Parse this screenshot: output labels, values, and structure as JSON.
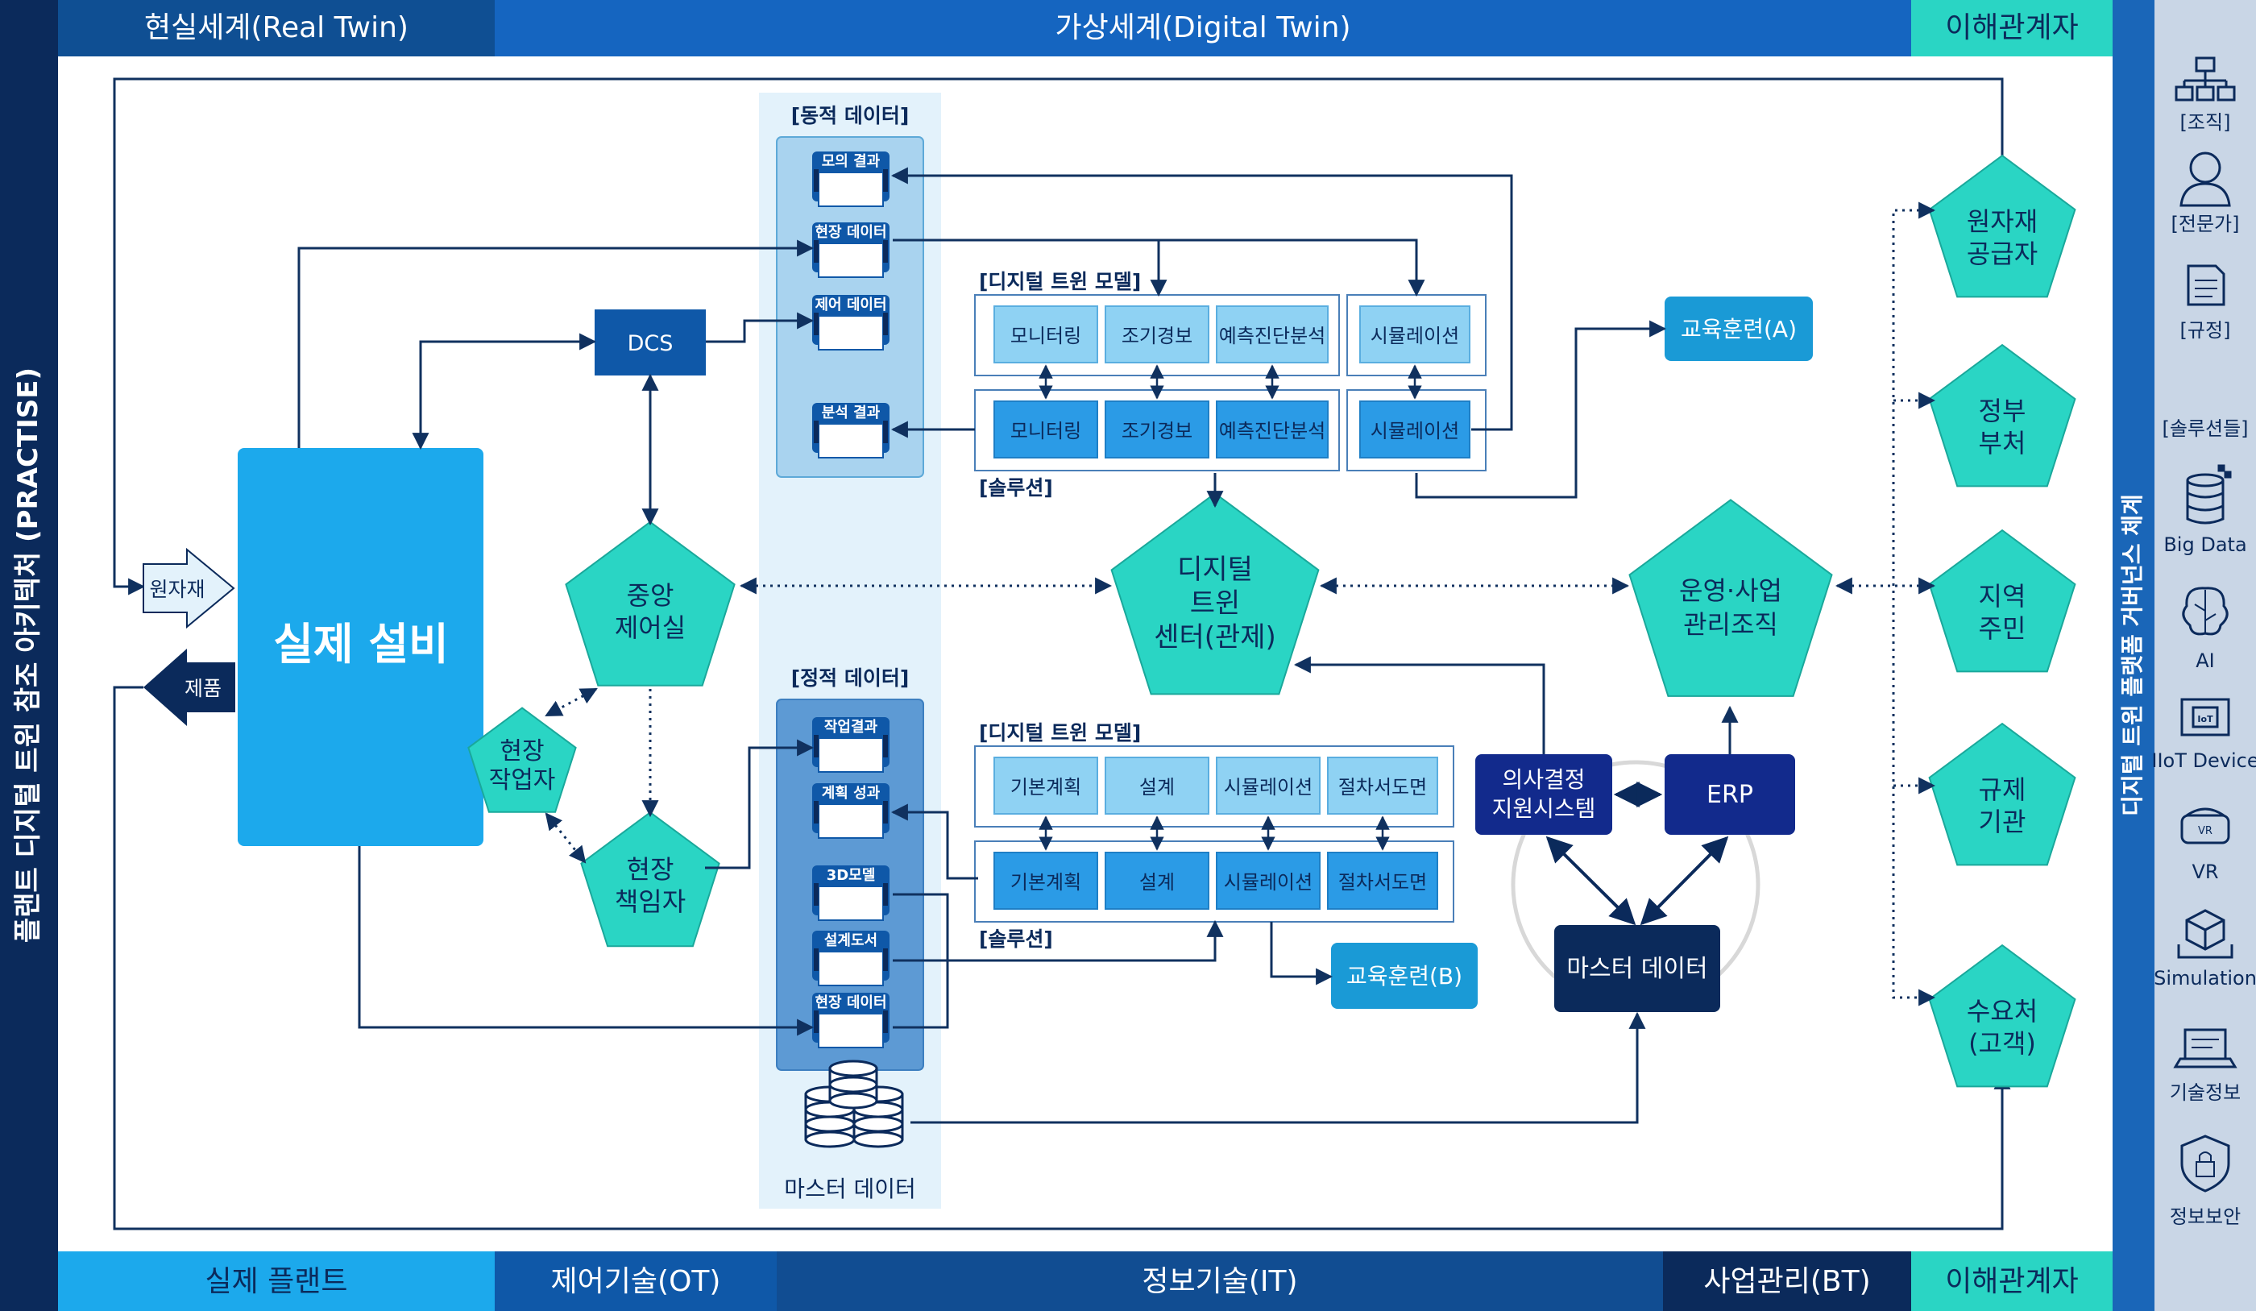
{
  "header": {
    "real": "현실세계(Real Twin)",
    "digital": "가상세계(Digital Twin)",
    "stake": "이해관계자"
  },
  "footer": {
    "plant": "실제 플랜트",
    "ot": "제어기술(OT)",
    "it": "정보기술(IT)",
    "bt": "사업관리(BT)",
    "stake": "이해관계자"
  },
  "left_title": "플랜트 디지털 트윈 참조 아키텍처 (PRACTISE)",
  "right_title": "디지털 트윈 플랫폼 거버넌스 체계",
  "nodes": {
    "equipment": "실제 설비",
    "raw": "원자재",
    "product": "제품",
    "dcs": "DCS",
    "control_room": [
      "중앙",
      "제어실"
    ],
    "field_worker": [
      "현장",
      "작업자"
    ],
    "field_manager": [
      "현장",
      "책임자"
    ],
    "dt_center": [
      "디지털",
      "트윈",
      "센터(관제)"
    ],
    "ops_org": [
      "운영·사업",
      "관리조직"
    ],
    "dss": [
      "의사결정",
      "지원시스템"
    ],
    "erp": "ERP",
    "master": "마스터 데이터",
    "train_a": "교육훈련(A)",
    "train_b": "교육훈련(B)"
  },
  "dynamic": {
    "title": "[동적 데이터]",
    "items": [
      "모의 결과",
      "현장 데이터",
      "제어 데이터",
      "분석 결과"
    ]
  },
  "static": {
    "title": "[정적 데이터]",
    "items": [
      "작업결과",
      "계획 성과",
      "3D모델",
      "설계도서",
      "현장 데이터"
    ]
  },
  "master_db": "마스터 데이터",
  "model_upper": {
    "title": "[디지털 트윈 모델]",
    "solution": "[솔루션]",
    "models": [
      "모니터링",
      "조기경보",
      "예측진단분석",
      "시뮬레이션"
    ],
    "solutions": [
      "모니터링",
      "조기경보",
      "예측진단분석",
      "시뮬레이션"
    ]
  },
  "model_lower": {
    "title": "[디지털 트윈 모델]",
    "solution": "[솔루션]",
    "models": [
      "기본계획",
      "설계",
      "시뮬레이션",
      "절차서도면"
    ],
    "solutions": [
      "기본계획",
      "설계",
      "시뮬레이션",
      "절차서도면"
    ]
  },
  "stakeholders": [
    [
      "원자재",
      "공급자"
    ],
    [
      "정부",
      "부처"
    ],
    [
      "지역",
      "주민"
    ],
    [
      "규제",
      "기관"
    ],
    [
      "수요처",
      "(고객)"
    ]
  ],
  "governance": {
    "org": "[조직]",
    "expert": "[전문가]",
    "rule": "[규정]",
    "solutions": "[솔루션들]",
    "bigdata": "Big Data",
    "ai": "AI",
    "iiot": "IIoT Device",
    "vr": "VR",
    "vr_badge": "VR",
    "iot_badge": "IoT",
    "sim": "Simulation",
    "tech": "기술정보",
    "sec": "정보보안"
  },
  "colors": {
    "dark_navy": "#0b2a5b",
    "mid_blue": "#0f58a8",
    "teal": "#2ad5c4",
    "equipment": "#1ca9ec",
    "light_col": "#e3f2fb"
  }
}
